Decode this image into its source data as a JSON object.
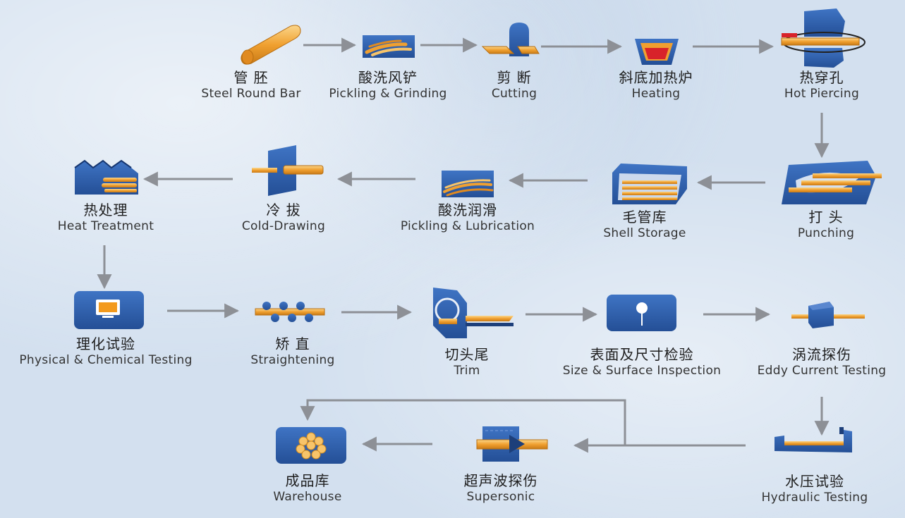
{
  "steps": [
    {
      "id": "steel-round-bar",
      "zh": "管 胚",
      "en": "Steel Round Bar",
      "icon": "steel-bar-icon"
    },
    {
      "id": "pickling-grinding",
      "zh": "酸洗风铲",
      "en": "Pickling & Grinding",
      "icon": "pickling-icon"
    },
    {
      "id": "cutting",
      "zh": "剪 断",
      "en": "Cutting",
      "icon": "shear-icon"
    },
    {
      "id": "heating",
      "zh": "斜底加热炉",
      "en": "Heating",
      "icon": "furnace-icon"
    },
    {
      "id": "hot-piercing",
      "zh": "热穿孔",
      "en": "Hot Piercing",
      "icon": "piercing-mill-icon"
    },
    {
      "id": "punching",
      "zh": "打 头",
      "en": "Punching",
      "icon": "punching-icon"
    },
    {
      "id": "shell-storage",
      "zh": "毛管库",
      "en": "Shell Storage",
      "icon": "storage-rack-icon"
    },
    {
      "id": "pickling-lubrication",
      "zh": "酸洗润滑",
      "en": "Pickling & Lubrication",
      "icon": "lubrication-icon"
    },
    {
      "id": "cold-drawing",
      "zh": "冷 拔",
      "en": "Cold-Drawing",
      "icon": "drawing-die-icon"
    },
    {
      "id": "heat-treatment",
      "zh": "热处理",
      "en": "Heat Treatment",
      "icon": "heat-treatment-furnace-icon"
    },
    {
      "id": "physical-chemical-testing",
      "zh": "理化试验",
      "en": "Physical & Chemical Testing",
      "icon": "monitor-icon"
    },
    {
      "id": "straightening",
      "zh": "矫 直",
      "en": "Straightening",
      "icon": "straightener-icon"
    },
    {
      "id": "trim",
      "zh": "切头尾",
      "en": "Trim",
      "icon": "saw-icon"
    },
    {
      "id": "size-surface-inspection",
      "zh": "表面及尺寸检验",
      "en": "Size & Surface Inspection",
      "icon": "magnifier-icon"
    },
    {
      "id": "eddy-current-testing",
      "zh": "涡流探伤",
      "en": "Eddy Current Testing",
      "icon": "eddy-probe-icon"
    },
    {
      "id": "hydraulic-testing",
      "zh": "水压试验",
      "en": "Hydraulic Testing",
      "icon": "hydraulic-press-icon"
    },
    {
      "id": "supersonic",
      "zh": "超声波探伤",
      "en": "Supersonic",
      "icon": "ultrasonic-icon"
    },
    {
      "id": "warehouse",
      "zh": "成品库",
      "en": "Warehouse",
      "icon": "pipe-bundle-icon"
    }
  ],
  "colors": {
    "blue": "#2e5eaa",
    "dark_blue": "#1d3f7a",
    "orange": "#f0a030",
    "light_orange": "#f7c46a",
    "red": "#d8232a",
    "arrow": "#8d9096"
  }
}
